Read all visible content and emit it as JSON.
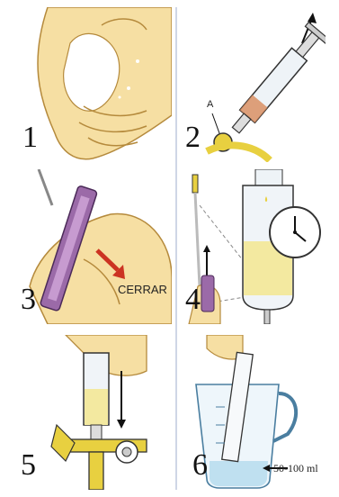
{
  "panels": [
    {
      "number": "1"
    },
    {
      "number": "2",
      "label": "A"
    },
    {
      "number": "3",
      "label": "CERRAR"
    },
    {
      "number": "4"
    },
    {
      "number": "5"
    },
    {
      "number": "6",
      "label": "50-100 ml"
    }
  ],
  "colors": {
    "skin": "#f6dfa3",
    "skin_shadow": "#d8b46a",
    "purple": "#9b6aa8",
    "yellow": "#e8d040",
    "red_arrow": "#cc3322",
    "water": "#bfe0f0"
  }
}
